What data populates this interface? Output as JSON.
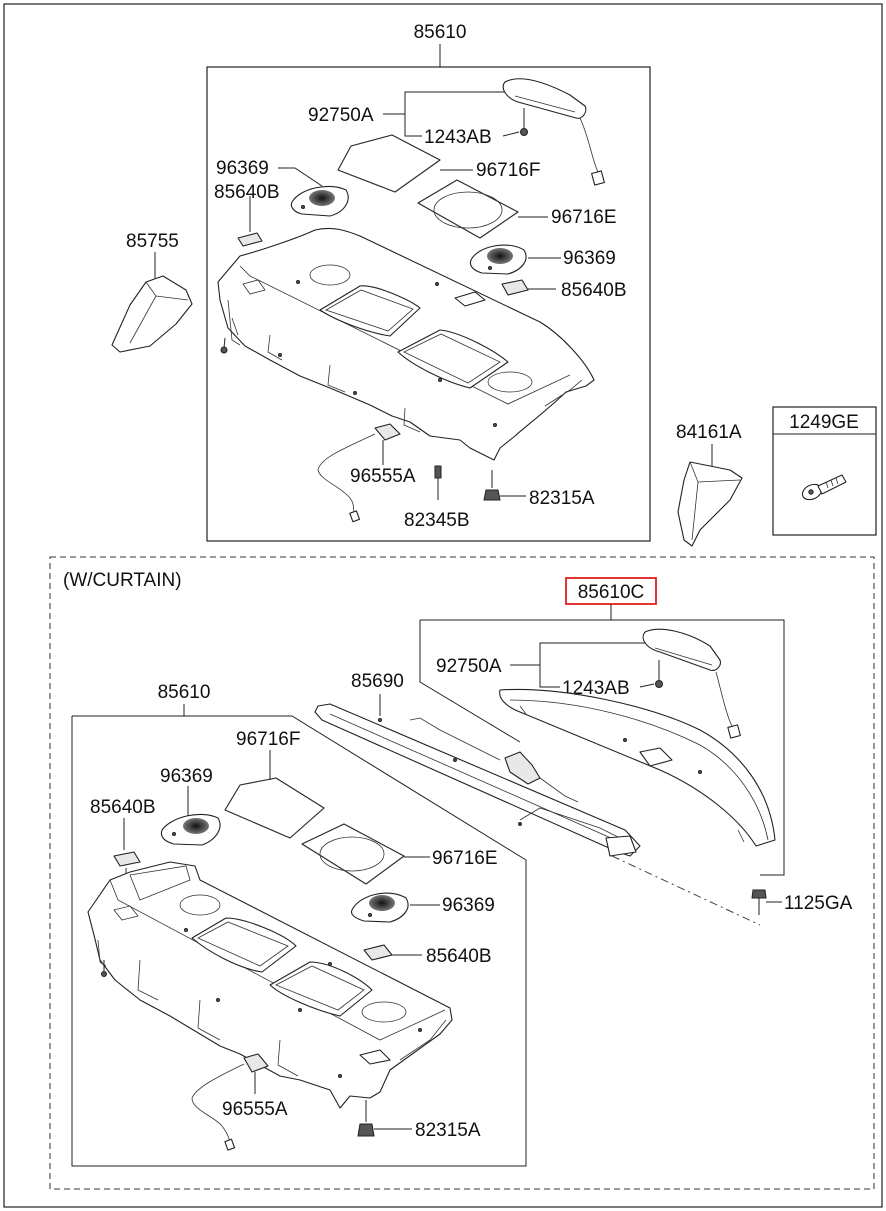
{
  "upper": {
    "assembly_number": "85610",
    "parts": {
      "p92750A": "92750A",
      "p1243AB": "1243AB",
      "p96369a": "96369",
      "p96716F": "96716F",
      "p85640Ba": "85640B",
      "p96716E": "96716E",
      "p96369b": "96369",
      "p85640Bb": "85640B",
      "p85755": "85755",
      "p96555A": "96555A",
      "p82345B": "82345B",
      "p82315A": "82315A"
    }
  },
  "side": {
    "p84161A": "84161A",
    "p1249GE": "1249GE"
  },
  "curtain": {
    "section_title": "(W/CURTAIN)",
    "assembly_number": "85610C",
    "highlight_color": "#e0201c",
    "parts": {
      "p92750A": "92750A",
      "p1243AB": "1243AB",
      "p85690": "85690",
      "p1125GA": "1125GA",
      "p85610": "85610",
      "p96716F": "96716F",
      "p96369a": "96369",
      "p85640Ba": "85640B",
      "p96716E": "96716E",
      "p96369b": "96369",
      "p85640Bb": "85640B",
      "p96555A": "96555A",
      "p82315A": "82315A"
    }
  }
}
